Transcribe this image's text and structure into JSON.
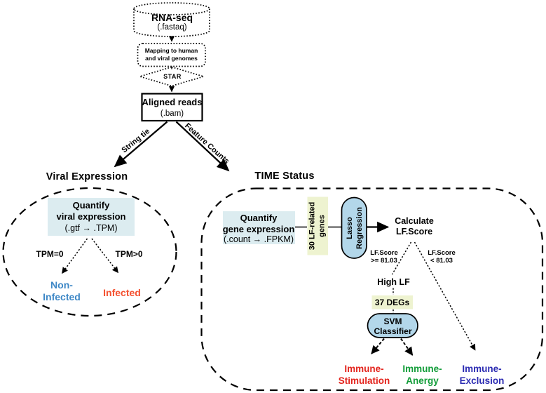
{
  "colors": {
    "ink": "#000000",
    "cyan_box": "#dcecf0",
    "yellow_box": "#eef3d0",
    "capsule_blue": "#b3d7ea",
    "noninfected_blue": "#3d87c6",
    "infected_orange": "#f4502f",
    "stimulation_red": "#e3231c",
    "anergy_green": "#119c38",
    "exclusion_navy": "#2b2bb2"
  },
  "pipeline": {
    "source": {
      "title": "RNA-seq",
      "subtitle": "(.fastaq)"
    },
    "mapping": {
      "line1": "Mapping to human",
      "line2": "and viral genomes"
    },
    "aligner": "STAR",
    "aligned": {
      "title": "Aligned reads",
      "subtitle": "(.bam)"
    },
    "branch_left": "String tie",
    "branch_right": "Feature Counts"
  },
  "viral": {
    "heading": "Viral Expression",
    "quantify": {
      "line1": "Quantify",
      "line2": "viral expression",
      "line3": "(.gtf → .TPM)"
    },
    "tpm_zero": "TPM=0",
    "tpm_positive": "TPM>0",
    "non_infected": {
      "line1": "Non-",
      "line2": "Infected"
    },
    "infected": "Infected"
  },
  "time": {
    "heading": "TIME Status",
    "quantify": {
      "line1": "Quantify",
      "line2": "gene expression",
      "line3": "(.count → .FPKM)"
    },
    "genes": {
      "line1": "30 LF-related",
      "line2": "genes"
    },
    "lasso": {
      "line1": "Lasso",
      "line2": "Regression"
    },
    "calculate": {
      "line1": "Calculate",
      "line2": "LF.Score"
    },
    "score_ge": {
      "line1": "LF.Score",
      "line2": ">= 81.03"
    },
    "score_lt": {
      "line1": "LF.Score",
      "line2": "< 81.03"
    },
    "high_lf": "High LF",
    "degs": "37 DEGs",
    "svm": {
      "line1": "SVM",
      "line2": "Classifier"
    },
    "stimulation": {
      "line1": "Immune-",
      "line2": "Stimulation"
    },
    "anergy": {
      "line1": "Immune-",
      "line2": "Anergy"
    },
    "exclusion": {
      "line1": "Immune-",
      "line2": "Exclusion"
    }
  }
}
